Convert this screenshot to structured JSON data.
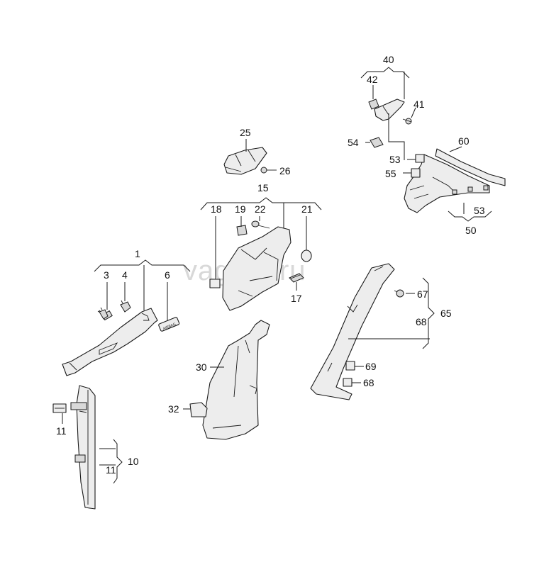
{
  "watermark": "vagtec.ru",
  "airbag_tag": "AIRBAG",
  "callouts": {
    "n1": "1",
    "n3": "3",
    "n4": "4",
    "n6": "6",
    "n10": "10",
    "n11a": "11",
    "n11b": "11",
    "n15": "15",
    "n17": "17",
    "n18": "18",
    "n19": "19",
    "n21": "21",
    "n22": "22",
    "n25": "25",
    "n26": "26",
    "n30": "30",
    "n32": "32",
    "n40": "40",
    "n41": "41",
    "n42": "42",
    "n50": "50",
    "n53a": "53",
    "n53b": "53",
    "n54": "54",
    "n55": "55",
    "n60": "60",
    "n65": "65",
    "n67": "67",
    "n68a": "68",
    "n68b": "68",
    "n69": "69"
  }
}
